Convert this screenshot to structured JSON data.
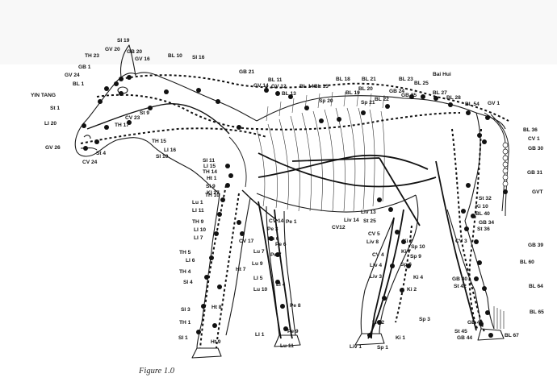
{
  "caption": "Figure 1.0",
  "labels": [
    {
      "id": "si19",
      "text": "SI 19"
    },
    {
      "id": "gv20",
      "text": "GV 20"
    },
    {
      "id": "gb20",
      "text": "GB 20"
    },
    {
      "id": "th23",
      "text": "TH 23"
    },
    {
      "id": "gv16",
      "text": "GV 16"
    },
    {
      "id": "gb1",
      "text": "GB 1"
    },
    {
      "id": "gv24",
      "text": "GV 24"
    },
    {
      "id": "bl1",
      "text": "BL 1"
    },
    {
      "id": "yintang",
      "text": "YIN TANG"
    },
    {
      "id": "st1",
      "text": "St 1"
    },
    {
      "id": "li20",
      "text": "LI 20"
    },
    {
      "id": "gv26",
      "text": "GV 26"
    },
    {
      "id": "st4",
      "text": "St 4"
    },
    {
      "id": "cv24",
      "text": "CV 24"
    },
    {
      "id": "th17",
      "text": "TH 17"
    },
    {
      "id": "cv23",
      "text": "CV 23"
    },
    {
      "id": "st9",
      "text": "St 9"
    },
    {
      "id": "bl10",
      "text": "BL 10"
    },
    {
      "id": "si16",
      "text": "SI 16"
    },
    {
      "id": "gb21",
      "text": "GB 21"
    },
    {
      "id": "th15",
      "text": "TH 15"
    },
    {
      "id": "li16",
      "text": "LI 16"
    },
    {
      "id": "si10",
      "text": "SI 10"
    },
    {
      "id": "si11",
      "text": "SI 11"
    },
    {
      "id": "li15",
      "text": "LI 15"
    },
    {
      "id": "th14",
      "text": "TH 14"
    },
    {
      "id": "ht1",
      "text": "Ht 1"
    },
    {
      "id": "si9",
      "text": "SI 9"
    },
    {
      "id": "ki27",
      "text": "KI 27"
    },
    {
      "id": "th10",
      "text": "TH 10"
    },
    {
      "id": "lu1",
      "text": "Lu 1"
    },
    {
      "id": "li11",
      "text": "LI 11"
    },
    {
      "id": "th9",
      "text": "TH 9"
    },
    {
      "id": "li10",
      "text": "LI 10"
    },
    {
      "id": "li7",
      "text": "LI 7"
    },
    {
      "id": "th5",
      "text": "TH 5"
    },
    {
      "id": "li6",
      "text": "LI 6"
    },
    {
      "id": "th4",
      "text": "TH 4"
    },
    {
      "id": "si4",
      "text": "SI 4"
    },
    {
      "id": "si3",
      "text": "SI 3"
    },
    {
      "id": "th1",
      "text": "TH 1"
    },
    {
      "id": "si1",
      "text": "SI 1"
    },
    {
      "id": "ht9",
      "text": "Ht 9"
    },
    {
      "id": "ht7",
      "text": "Ht 7"
    },
    {
      "id": "ht8",
      "text": "Ht 8"
    },
    {
      "id": "gv14",
      "text": "GV 14"
    },
    {
      "id": "bl11",
      "text": "BL 11"
    },
    {
      "id": "gv12",
      "text": "GV 12"
    },
    {
      "id": "bl13",
      "text": "BL 13"
    },
    {
      "id": "bl14",
      "text": "BL 14"
    },
    {
      "id": "bl15",
      "text": "BL 15"
    },
    {
      "id": "sp20",
      "text": "Sp 20"
    },
    {
      "id": "bl18",
      "text": "BL 18"
    },
    {
      "id": "bl19",
      "text": "BL 19"
    },
    {
      "id": "bl20",
      "text": "BL 20"
    },
    {
      "id": "bl21",
      "text": "BL 21"
    },
    {
      "id": "sp21",
      "text": "Sp 21"
    },
    {
      "id": "bl22",
      "text": "BL 22"
    },
    {
      "id": "bl23",
      "text": "BL 23"
    },
    {
      "id": "gb24",
      "text": "GB 24"
    },
    {
      "id": "gb25",
      "text": "GB 25"
    },
    {
      "id": "bl25",
      "text": "BL 25"
    },
    {
      "id": "baihui",
      "text": "Bai Hui"
    },
    {
      "id": "bl27",
      "text": "BL 27"
    },
    {
      "id": "bl28",
      "text": "BL 28"
    },
    {
      "id": "bl54",
      "text": "BL 54"
    },
    {
      "id": "gv1",
      "text": "GV 1"
    },
    {
      "id": "bl36",
      "text": "BL 36"
    },
    {
      "id": "cv1",
      "text": "CV 1"
    },
    {
      "id": "gb30",
      "text": "GB 30"
    },
    {
      "id": "gb31",
      "text": "GB 31"
    },
    {
      "id": "gvt",
      "text": "GVT"
    },
    {
      "id": "st32",
      "text": "St 32"
    },
    {
      "id": "ki10",
      "text": "Ki 10"
    },
    {
      "id": "bl40",
      "text": "BL 40"
    },
    {
      "id": "gb34",
      "text": "GB 34"
    },
    {
      "id": "st36",
      "text": "St 36"
    },
    {
      "id": "gb39",
      "text": "GB 39"
    },
    {
      "id": "bl60",
      "text": "BL 60"
    },
    {
      "id": "cv3",
      "text": "CV 3"
    },
    {
      "id": "gb40",
      "text": "GB 40"
    },
    {
      "id": "st42",
      "text": "St 42"
    },
    {
      "id": "bl64",
      "text": "BL 64"
    },
    {
      "id": "bl65",
      "text": "BL 65"
    },
    {
      "id": "gb43",
      "text": "GB 43"
    },
    {
      "id": "st45",
      "text": "St 45"
    },
    {
      "id": "gb44",
      "text": "GB 44"
    },
    {
      "id": "bl67",
      "text": "BL 67"
    },
    {
      "id": "cv14",
      "text": "CV 14"
    },
    {
      "id": "pe1",
      "text": "Pe 1"
    },
    {
      "id": "pe3",
      "text": "Pe 3"
    },
    {
      "id": "lu6",
      "text": "Lu 6"
    },
    {
      "id": "pe6",
      "text": "Pe 6"
    },
    {
      "id": "cv17",
      "text": "CV 17"
    },
    {
      "id": "lu7",
      "text": "Lu 7"
    },
    {
      "id": "pe7",
      "text": "Pe 7"
    },
    {
      "id": "lu9",
      "text": "Lu 9"
    },
    {
      "id": "li5",
      "text": "LI 5"
    },
    {
      "id": "li4",
      "text": "LI 4"
    },
    {
      "id": "lu10",
      "text": "Lu 10"
    },
    {
      "id": "pe8",
      "text": "Pe 8"
    },
    {
      "id": "li1",
      "text": "LI 1"
    },
    {
      "id": "pe9",
      "text": "Pe 9"
    },
    {
      "id": "lu11",
      "text": "Lu 11"
    },
    {
      "id": "liv13",
      "text": "Liv 13"
    },
    {
      "id": "liv14",
      "text": "Liv 14"
    },
    {
      "id": "cv12",
      "text": "CV12"
    },
    {
      "id": "st25",
      "text": "St 25"
    },
    {
      "id": "cv5",
      "text": "CV 5"
    },
    {
      "id": "liv8",
      "text": "Liv 8"
    },
    {
      "id": "cv4",
      "text": "CV 4"
    },
    {
      "id": "liv4",
      "text": "Liv 4"
    },
    {
      "id": "liv3",
      "text": "Liv 3"
    },
    {
      "id": "ki3",
      "text": "Ki 3"
    },
    {
      "id": "sp10",
      "text": "Sp 10"
    },
    {
      "id": "ki7",
      "text": "Ki 7"
    },
    {
      "id": "sp9",
      "text": "Sp 9"
    },
    {
      "id": "sp6",
      "text": "Sp 6"
    },
    {
      "id": "ki4",
      "text": "Ki 4"
    },
    {
      "id": "ki2",
      "text": "Ki 2"
    },
    {
      "id": "liv2",
      "text": "Liv 2"
    },
    {
      "id": "sp3",
      "text": "Sp 3"
    },
    {
      "id": "ki1",
      "text": "Ki 1"
    },
    {
      "id": "liv1",
      "text": "Liv 1"
    },
    {
      "id": "sp1",
      "text": "Sp 1"
    }
  ]
}
